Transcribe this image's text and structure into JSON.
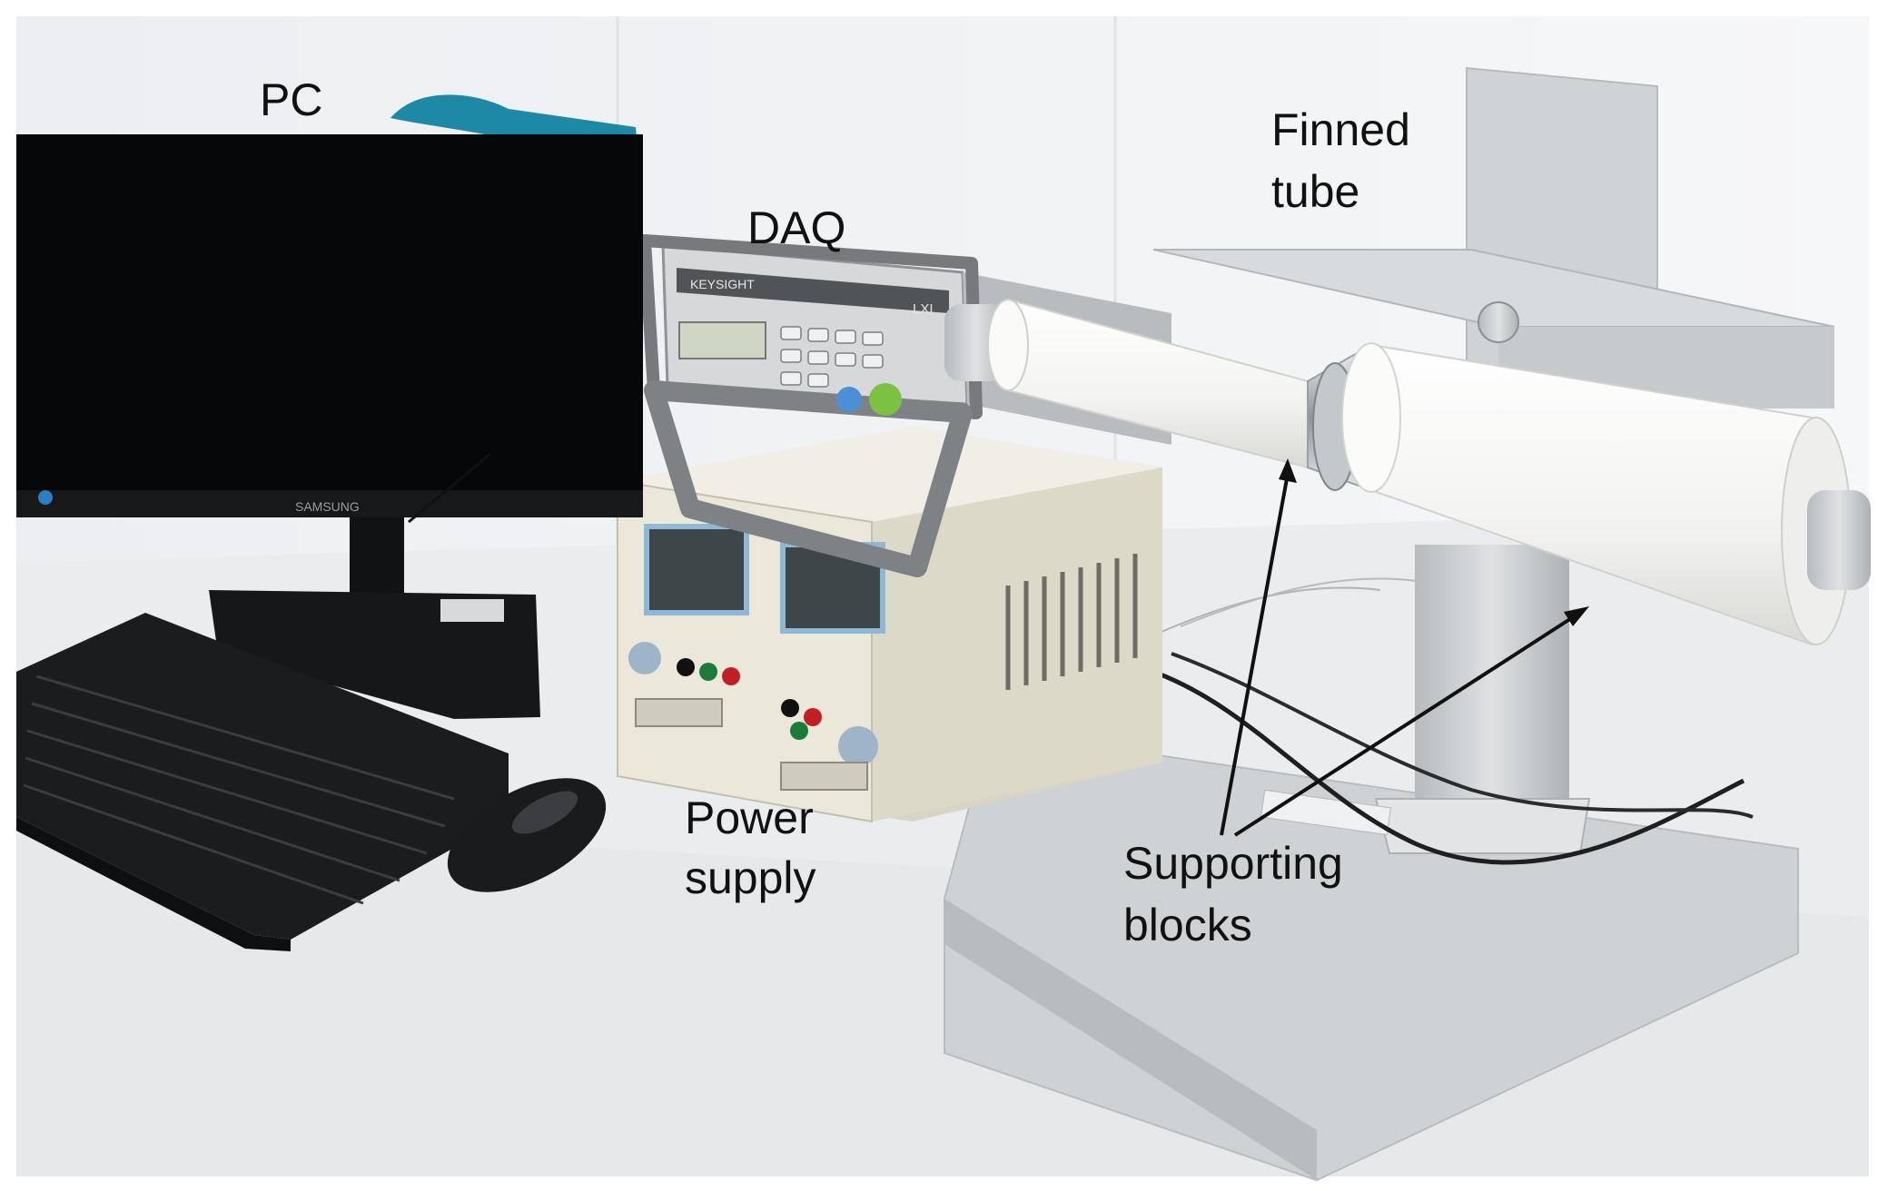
{
  "labels": {
    "pc": "PC",
    "daq": "DAQ",
    "finned_tube_line1": "Finned",
    "finned_tube_line2": "tube",
    "power_supply_line1": "Power",
    "power_supply_line2": "supply",
    "supporting_blocks_line1": "Supporting",
    "supporting_blocks_line2": "blocks"
  },
  "brands": {
    "monitor": "SAMSUNG",
    "daq": "KEYSIGHT",
    "daq_badge": "LXI"
  },
  "colors": {
    "wall": "#f1f2f4",
    "table": "#eceeef",
    "screen": "#060708",
    "tube_white": "#f7f7f5",
    "aluminum": "#c9ccce",
    "supply_body": "#e9e6d8",
    "keyboard": "#1b1c1e",
    "clip_blue": "#1e89a6"
  }
}
